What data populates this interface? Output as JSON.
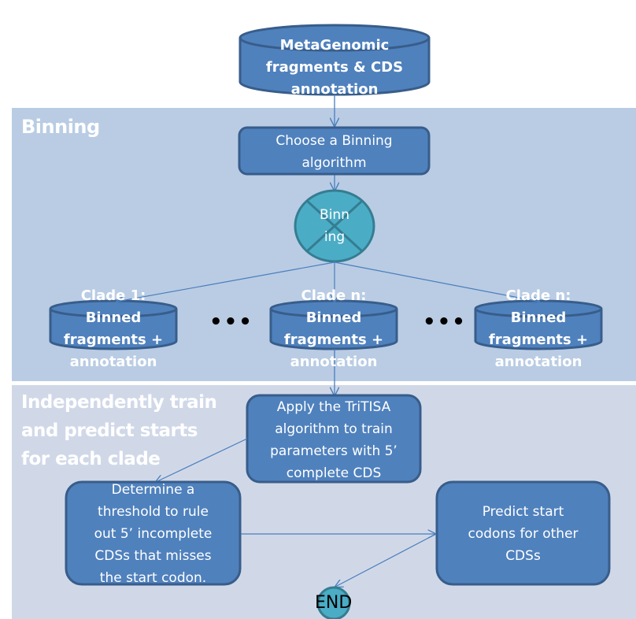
{
  "colors": {
    "binning_panel": "#b9cce4",
    "train_panel": "#d0d8e8",
    "node_fill": "#4f81bd",
    "node_stroke": "#385d8a",
    "decision_fill": "#4bacc6",
    "decision_stroke": "#357d91",
    "connector": "#4a7ebb"
  },
  "sections": {
    "binning": "Binning",
    "train": [
      "Independently train",
      "and predict starts",
      "for each clade"
    ]
  },
  "nodes": {
    "source_db": [
      "MetaGenomic",
      "fragments & CDS",
      "annotation"
    ],
    "choose_binning": [
      "Choose a Binning",
      "algorithm"
    ],
    "binning_op": [
      "Binn",
      "ing"
    ],
    "clade_1": [
      "Clade 1:",
      "Binned",
      "fragments +",
      "annotation"
    ],
    "clade_n_mid": [
      "Clade n:",
      "Binned",
      "fragments +",
      "annotation"
    ],
    "clade_n_right": [
      "Clade n:",
      "Binned",
      "fragments +",
      "annotation"
    ],
    "apply_tritisa": [
      "Apply the TriTISA",
      "algorithm to train",
      "parameters with 5’",
      "complete CDS"
    ],
    "threshold": [
      "Determine a",
      "threshold to rule",
      "out 5’ incomplete",
      "CDSs that misses",
      "the start codon."
    ],
    "predict": [
      "Predict start",
      "codons for other",
      "CDSs"
    ],
    "end": "END"
  },
  "ellipsis": "•••"
}
